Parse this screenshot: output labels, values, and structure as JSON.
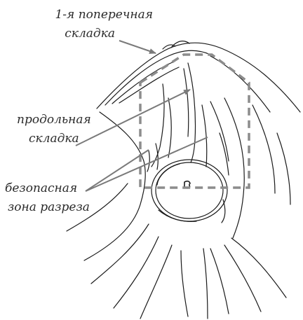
{
  "labels": {
    "transverse_fold_line1": "1-я поперечная",
    "transverse_fold_line2": "складка",
    "longitudinal_fold_line1": "продольная",
    "longitudinal_fold_line2": "складка",
    "safe_zone_line1": "безопасная",
    "safe_zone_line2": "зона разреза"
  },
  "colors": {
    "sketch_stroke": "#1a1a1a",
    "pointer_arrow": "#7a7a7a",
    "safe_zone_outline": "#8c8c8c",
    "text": "#2a2a2a"
  }
}
